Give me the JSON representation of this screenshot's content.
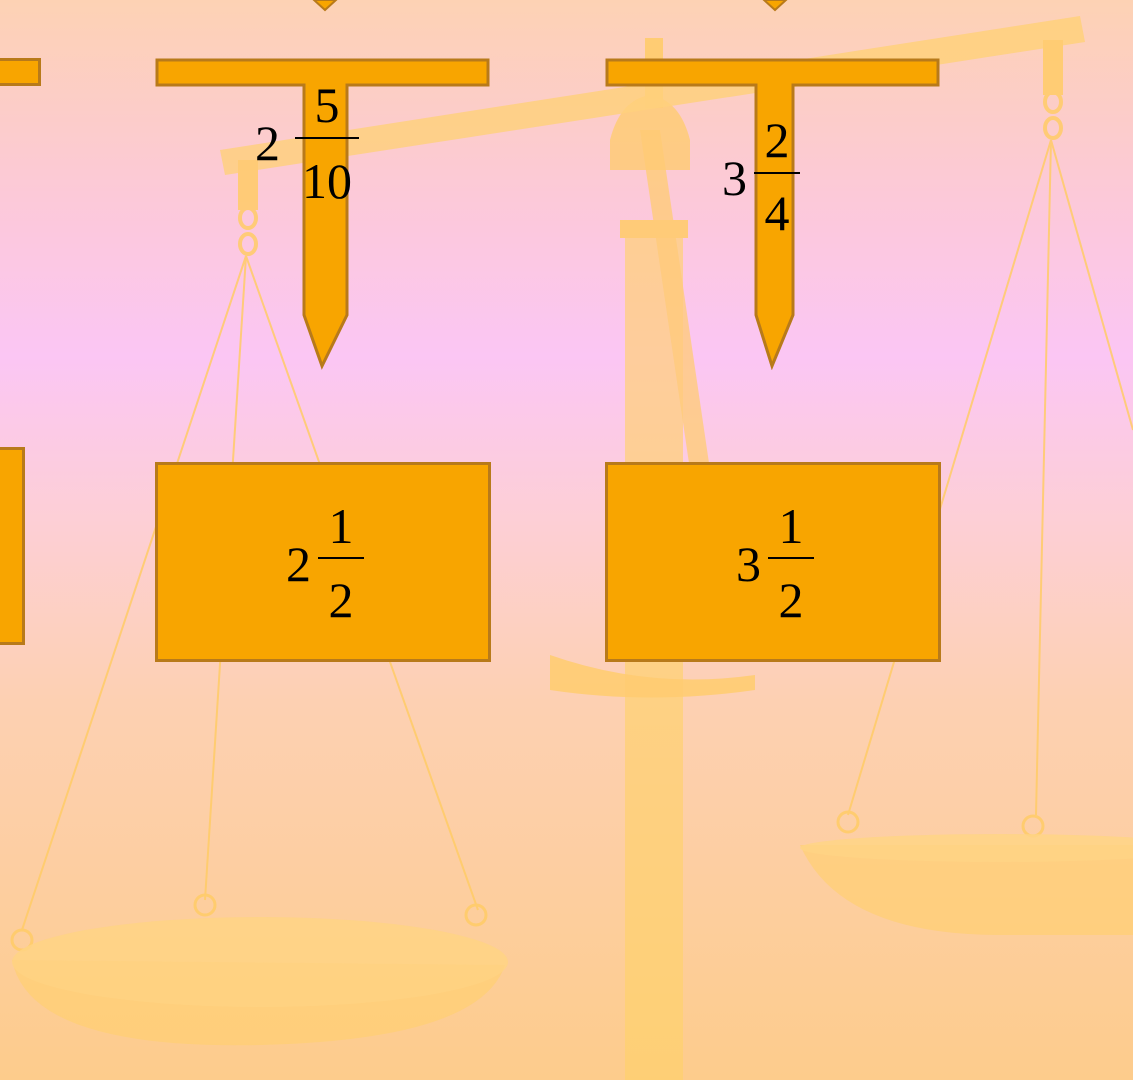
{
  "scene": {
    "background_colors": [
      "#fdd2b4",
      "#fbc6f4",
      "#fdcc8c"
    ],
    "accent_color": "#f8a500",
    "outline_color": "#b87a1a",
    "scale_color": "#ffd06a"
  },
  "left_pair": {
    "pointer_fraction": {
      "whole": "2",
      "numerator": "5",
      "denominator": "10"
    },
    "card_fraction": {
      "whole": "2",
      "numerator": "1",
      "denominator": "2"
    }
  },
  "right_pair": {
    "pointer_fraction": {
      "whole": "3",
      "numerator": "2",
      "denominator": "4"
    },
    "card_fraction": {
      "whole": "3",
      "numerator": "1",
      "denominator": "2"
    }
  }
}
